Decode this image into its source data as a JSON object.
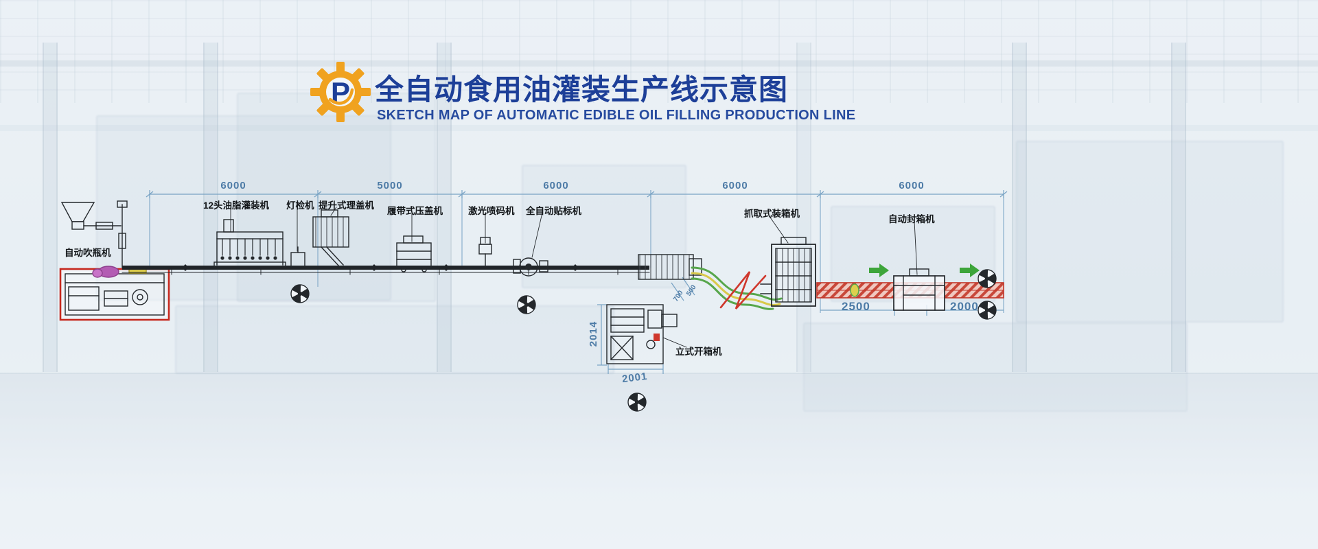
{
  "header": {
    "logo_icon": "gear-icon",
    "logo_letter": "P",
    "title_cn": "全自动食用油灌装生产线示意图",
    "title_en": "SKETCH MAP OF AUTOMATIC EDIBLE OIL FILLING PRODUCTION LINE"
  },
  "top_dimensions": [
    {
      "label": "6000"
    },
    {
      "label": "5000"
    },
    {
      "label": "6000"
    },
    {
      "label": "6000"
    },
    {
      "label": "6000"
    }
  ],
  "machine_labels": {
    "blow_molding": "自动吹瓶机",
    "filling": "12头油脂灌装机",
    "light_inspection": "灯检机",
    "cap_elevator": "提升式理盖机",
    "capping": "履带式压盖机",
    "laser_coder": "激光喷码机",
    "labeling": "全自动贴标机",
    "case_packer": "抓取式装箱机",
    "case_sealer": "自动封箱机",
    "case_opener": "立式开箱机"
  },
  "detail_dimensions": {
    "opener_height": "2014",
    "opener_width": "2001",
    "packer_outfeed": "2500",
    "sealer_outfeed": "2000",
    "curve_a": "700",
    "curve_b": "500"
  },
  "colors": {
    "title_blue": "#1d3f98",
    "gear_orange": "#f0a21f",
    "dimension_blue": "#4d7ba6",
    "drawing_black": "#24282c",
    "highlight_red": "#c6281e",
    "arrow_green": "#3da53a",
    "conveyor_yellow": "#d9c94a",
    "infeed_purple": "#b35cb3"
  }
}
